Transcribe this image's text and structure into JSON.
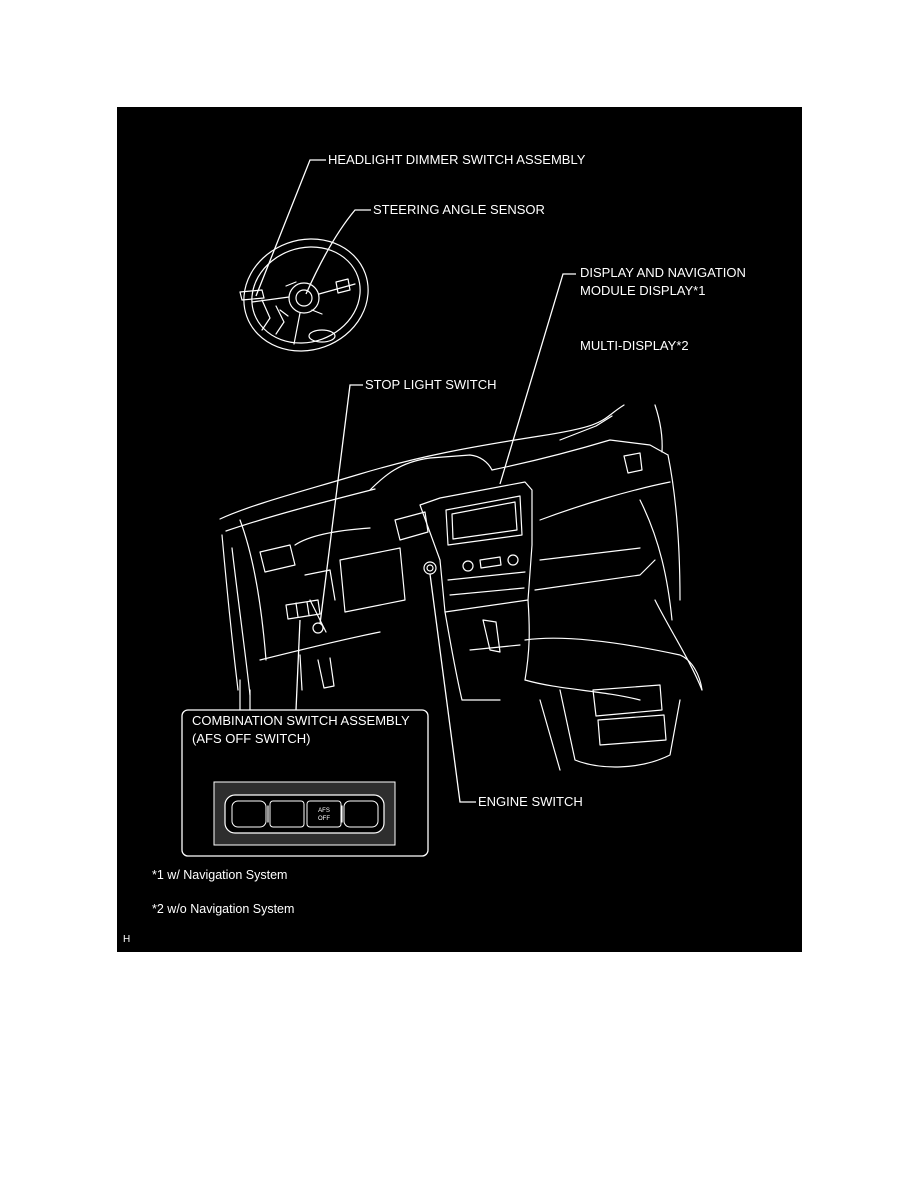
{
  "labels": {
    "headlight": "HEADLIGHT DIMMER SWITCH ASSEMBLY",
    "steering_angle": "STEERING ANGLE SENSOR",
    "display_nav_line1": "DISPLAY AND NAVIGATION",
    "display_nav_line2": "MODULE DISPLAY*1",
    "multi_display": "MULTI-DISPLAY*2",
    "stop_light": "STOP LIGHT SWITCH",
    "combination_line1": "COMBINATION SWITCH ASSEMBLY",
    "combination_line2": "(AFS OFF SWITCH)",
    "engine_switch": "ENGINE SWITCH"
  },
  "inset": {
    "button_text": [
      "AFS",
      "OFF"
    ]
  },
  "footnotes": [
    "*1 w/ Navigation System",
    "*2 w/o Navigation System"
  ],
  "figure_code": "H",
  "colors": {
    "page": "#ffffff",
    "panel": "#000000",
    "line": "#ffffff"
  }
}
